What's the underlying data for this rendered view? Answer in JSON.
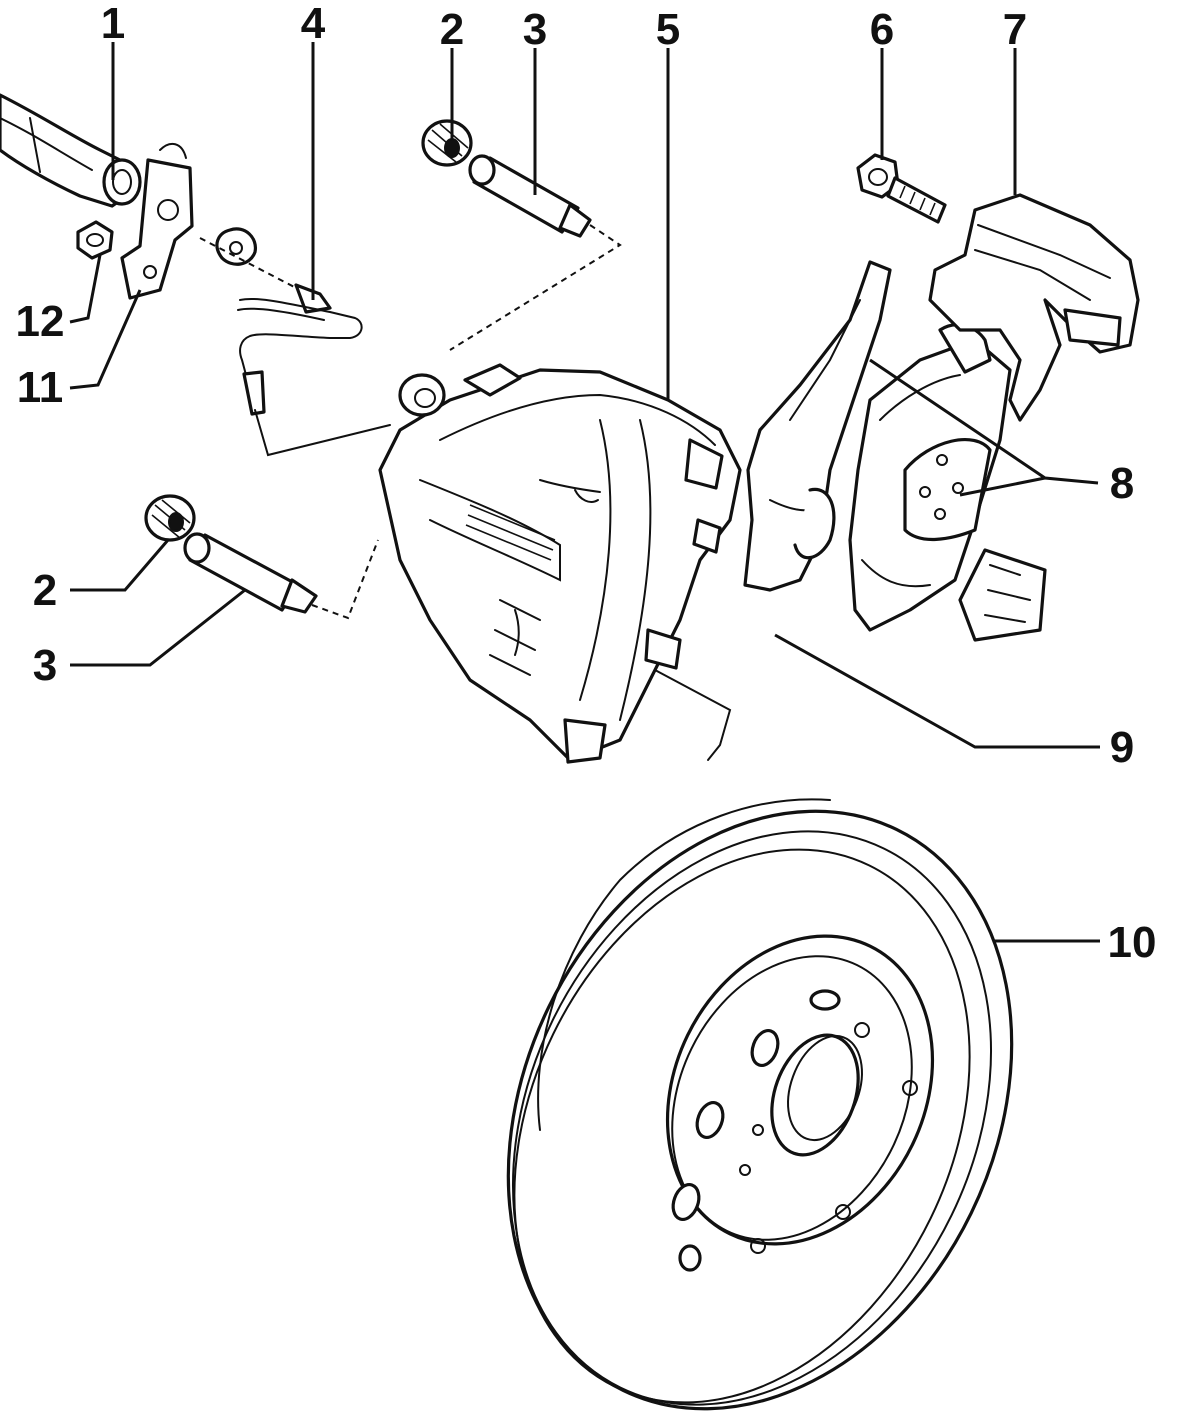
{
  "callouts": {
    "c1": "1",
    "c2a": "2",
    "c2b": "2",
    "c3a": "3",
    "c3b": "3",
    "c4": "4",
    "c5": "5",
    "c6": "6",
    "c7": "7",
    "c8": "8",
    "c9": "9",
    "c10": "10",
    "c11": "11",
    "c12": "12"
  },
  "colors": {
    "ink": "#111111",
    "paper": "#ffffff"
  }
}
